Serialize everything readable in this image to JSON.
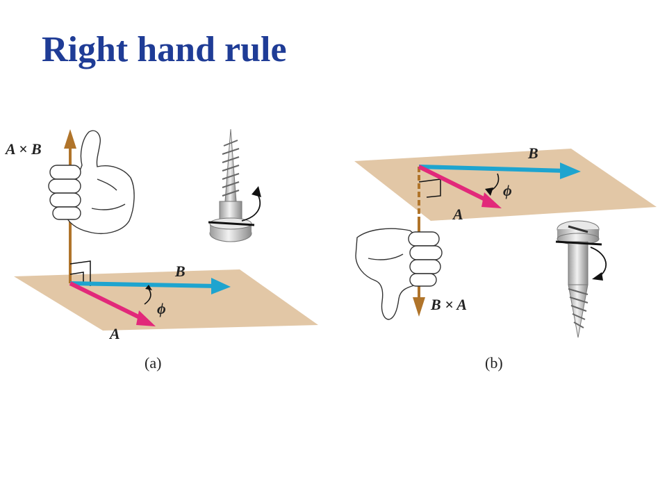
{
  "title": "Right hand rule",
  "panel_a": {
    "caption": "(a)",
    "vector_a": "A",
    "vector_b": "B",
    "product": "A × B",
    "angle": "ϕ"
  },
  "panel_b": {
    "caption": "(b)",
    "vector_a": "A",
    "vector_b": "B",
    "product": "B × A",
    "angle": "ϕ"
  },
  "colors": {
    "title": "#1f3c96",
    "plane": "#e2c7a6",
    "vector_a": "#e2297a",
    "vector_b": "#1ea4cf",
    "cross_product": "#b0742a"
  }
}
